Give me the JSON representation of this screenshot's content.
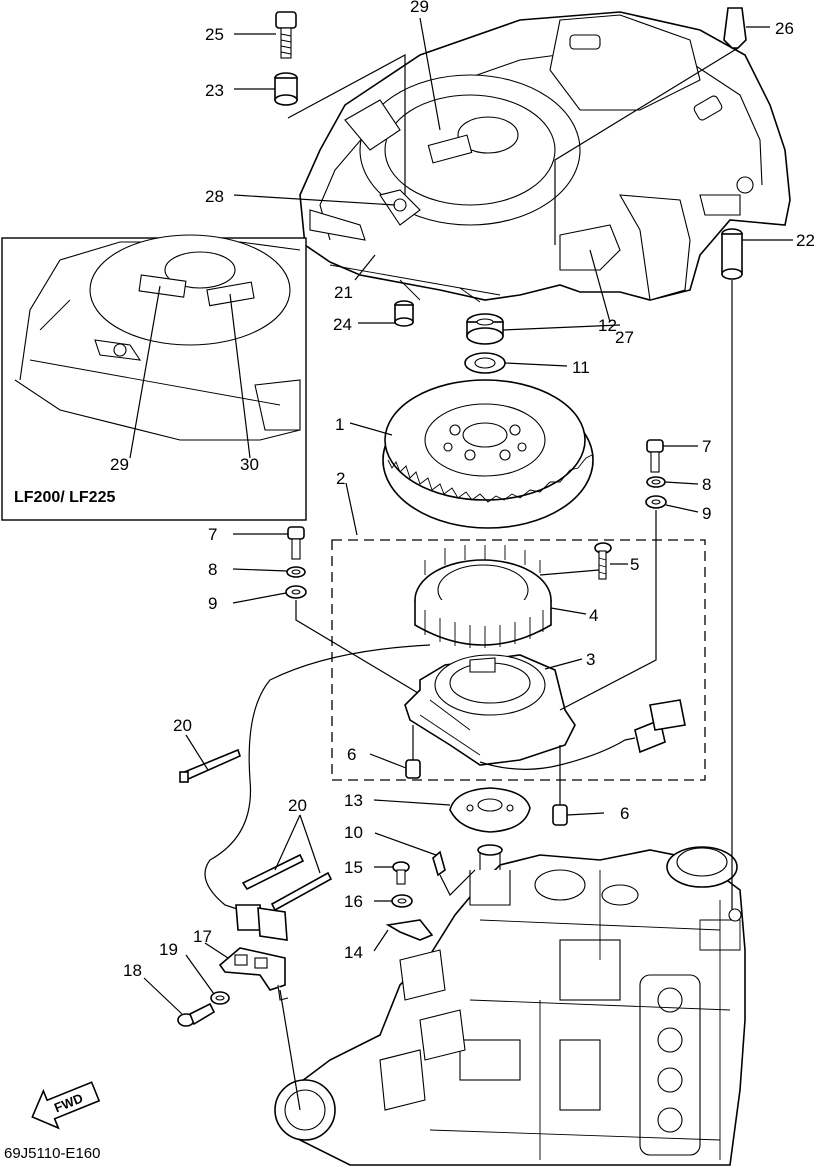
{
  "inset": {
    "model_label": "LF200/ LF225"
  },
  "diagram_code": "69J5110-E160",
  "fwd_arrow": {
    "label": "FWD",
    "icon": "fwd-arrow-icon"
  },
  "callouts": {
    "c1": "1",
    "c2": "2",
    "c3": "3",
    "c4": "4",
    "c5": "5",
    "c6a": "6",
    "c6b": "6",
    "c7a": "7",
    "c7b": "7",
    "c8a": "8",
    "c8b": "8",
    "c9a": "9",
    "c9b": "9",
    "c10": "10",
    "c11": "11",
    "c12": "12",
    "c13": "13",
    "c14": "14",
    "c15": "15",
    "c16": "16",
    "c17": "17",
    "c18": "18",
    "c19": "19",
    "c20a": "20",
    "c20b": "20",
    "c21": "21",
    "c22": "22",
    "c23": "23",
    "c24": "24",
    "c25": "25",
    "c26": "26",
    "c27": "27",
    "c28": "28",
    "c29a": "29",
    "c29b": "29",
    "c30": "30"
  }
}
